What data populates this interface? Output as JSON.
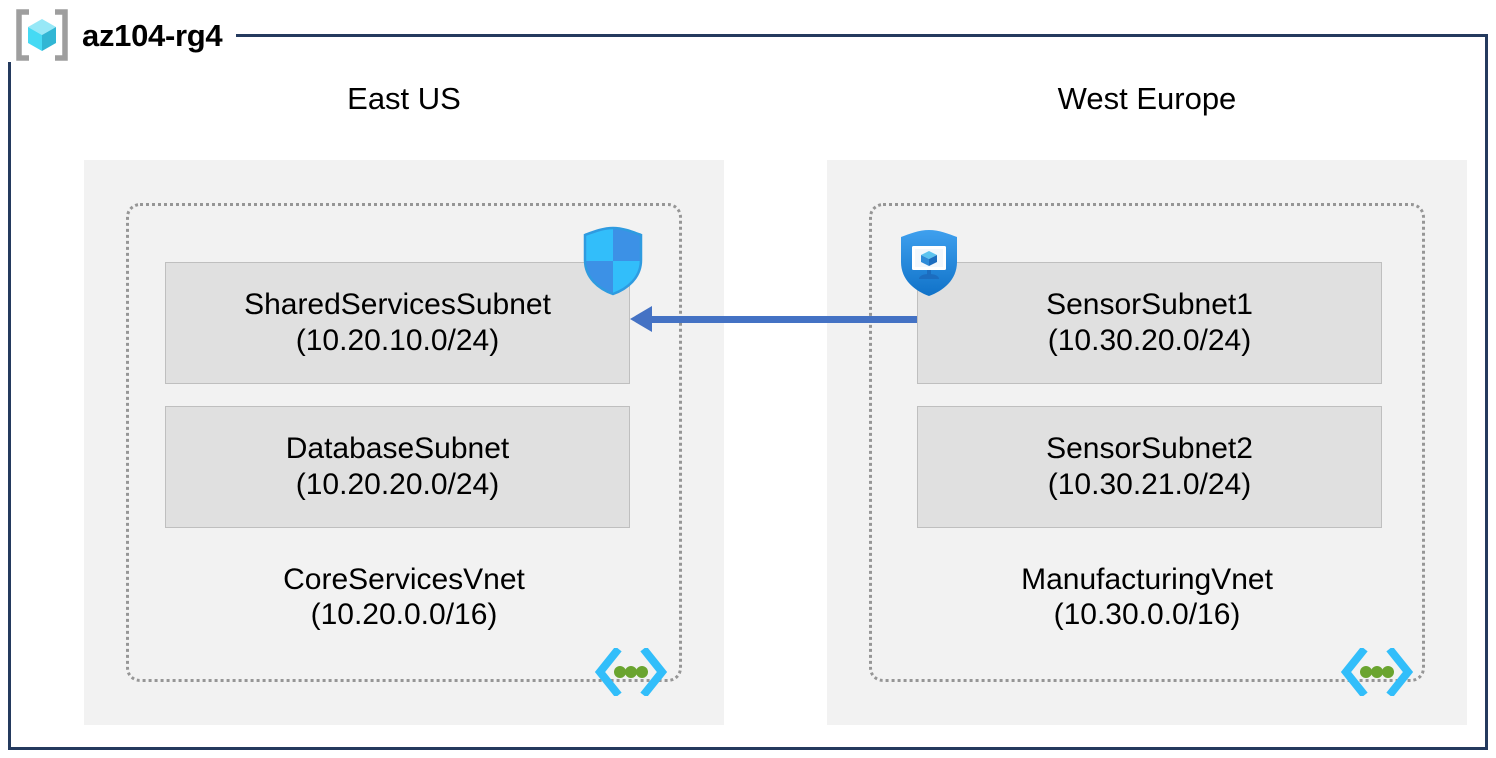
{
  "resource_group": {
    "name": "az104-rg4",
    "icon": "resource-group-cube-icon",
    "border_color": "#243A5E"
  },
  "colors": {
    "region_fill": "#F2F2F2",
    "subnet_fill": "#E0E0E0",
    "subnet_border": "#BFBFBF",
    "vnet_border": "#969696",
    "arrow": "#4472C4",
    "nsg_shield_light": "#32BEFA",
    "nsg_shield_dark": "#3C91E6",
    "bastion_shield": "#1B8BE0",
    "vnet_icon_bracket": "#32BEFA",
    "vnet_icon_dot": "#6AA42F"
  },
  "regions": [
    {
      "label": "East US",
      "vnet": {
        "name": "CoreServicesVnet",
        "cidr": "(10.20.0.0/16)",
        "icon": "virtual-network-icon",
        "subnets": [
          {
            "name": "SharedServicesSubnet",
            "cidr": "(10.20.10.0/24)",
            "attached_icon": "network-security-group-shield-icon"
          },
          {
            "name": "DatabaseSubnet",
            "cidr": "(10.20.20.0/24)",
            "attached_icon": null
          }
        ]
      }
    },
    {
      "label": "West Europe",
      "vnet": {
        "name": "ManufacturingVnet",
        "cidr": "(10.30.0.0/16)",
        "icon": "virtual-network-icon",
        "subnets": [
          {
            "name": "SensorSubnet1",
            "cidr": "(10.30.20.0/24)",
            "attached_icon": "application-security-group-shield-monitor-icon"
          },
          {
            "name": "SensorSubnet2",
            "cidr": "(10.30.21.0/24)",
            "attached_icon": null
          }
        ]
      }
    }
  ],
  "connection": {
    "name": "vnet-peering-arrow",
    "direction": "right-to-left",
    "from": "SensorSubnet1",
    "to": "SharedServicesSubnet",
    "label": ""
  }
}
